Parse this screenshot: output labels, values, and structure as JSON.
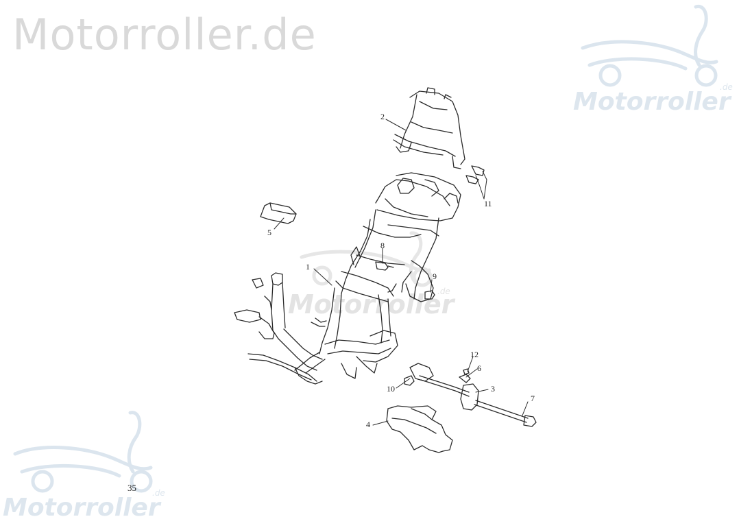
{
  "watermark": {
    "main_text": "Motorroller.de",
    "logo_text": "Motorroller",
    "logo_suffix": ".de"
  },
  "callouts": [
    "1",
    "2",
    "3",
    "4",
    "5",
    "6",
    "7",
    "8",
    "9",
    "10",
    "11",
    "12"
  ],
  "page_number": "35",
  "colors": {
    "line": "#2a2a2a",
    "watermark": "#d9d9d9",
    "watermark_logo": "#dde6ee"
  }
}
